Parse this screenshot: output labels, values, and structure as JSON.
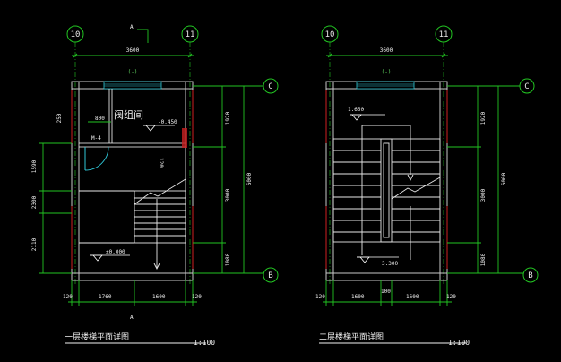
{
  "plan_left": {
    "title": "一层楼梯平面详图",
    "scale": "1:100",
    "axes": {
      "left": "10",
      "right": "11",
      "top": "C",
      "bottom": "B"
    },
    "section_mark": "A",
    "room_label": "阀组间",
    "window_tag": "(-)",
    "door_tag": "M-4",
    "levels": [
      "-0.450",
      "±0.000"
    ],
    "dims": {
      "top_width": "3600",
      "door_width": "800",
      "h_250": "250",
      "mark_120": "120",
      "right_1920": "1920",
      "right_3000": "3000",
      "right_6000": "6000",
      "right_1080": "1080",
      "left_1590": "1590",
      "left_2300": "2300",
      "left_2110": "2110",
      "bot_120_l": "120",
      "bot_1760": "1760",
      "bot_1600": "1600",
      "bot_120_r": "120"
    }
  },
  "plan_right": {
    "title": "二层楼梯平面详图",
    "scale": "1:100",
    "axes": {
      "left": "10",
      "right": "11",
      "top": "C",
      "bottom": "B"
    },
    "window_tag": "(-)",
    "levels": [
      "1.650",
      "3.300"
    ],
    "dims": {
      "top_width": "3600",
      "right_1920": "1920",
      "right_3000": "3000",
      "right_6000": "6000",
      "right_1080": "1080",
      "bot_120_l": "120",
      "bot_1600_a": "1600",
      "bot_100": "100",
      "bot_1600_b": "1600",
      "bot_120_r": "120"
    }
  }
}
